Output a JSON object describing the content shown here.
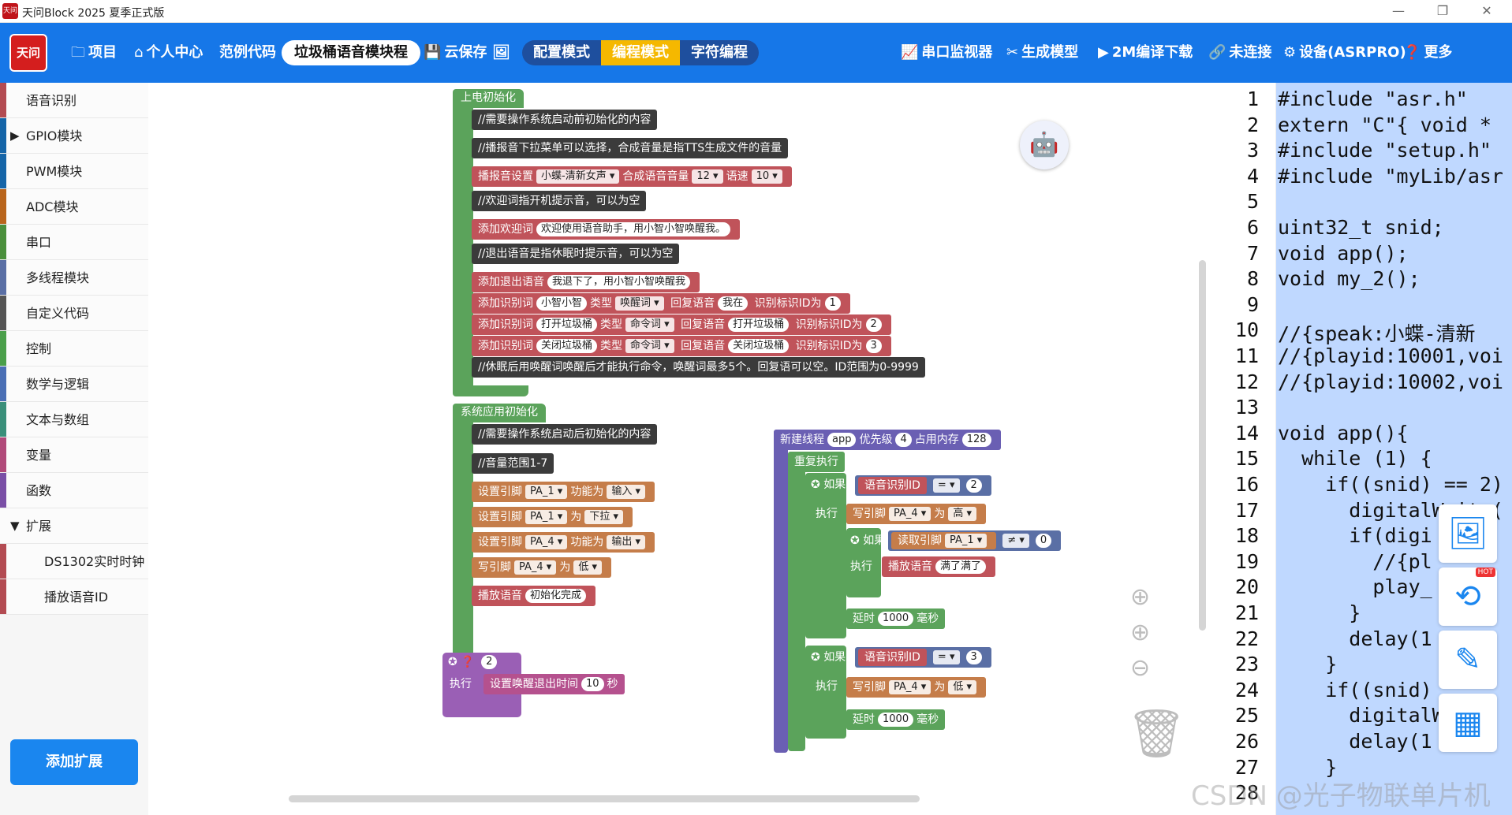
{
  "window": {
    "title": "天问Block 2025 夏季正式版",
    "logo_text": "天问"
  },
  "toolbar": {
    "logo": "天问51",
    "project": "项目",
    "personal": "个人中心",
    "examples": "范例代码",
    "project_name": "垃圾桶语音模块程",
    "cloud_save": "云保存",
    "modes": [
      "配置模式",
      "编程模式",
      "字符编程"
    ],
    "active_mode": "编程模式",
    "serial_monitor": "串口监视器",
    "gen_model": "生成模型",
    "compile": "2M编译下载",
    "connect": "未连接",
    "device": "设备(ASRPRO)",
    "more": "更多"
  },
  "sidebar": {
    "items": [
      {
        "label": "语音识别",
        "color": "#b34b52"
      },
      {
        "label": "GPIO模块",
        "color": "#1565a8",
        "arrow": "▶"
      },
      {
        "label": "PWM模块",
        "color": "#1565a8"
      },
      {
        "label": "ADC模块",
        "color": "#b9651c"
      },
      {
        "label": "串口",
        "color": "#4a8f3c"
      },
      {
        "label": "多线程模块",
        "color": "#5a6fa5"
      },
      {
        "label": "自定义代码",
        "color": "#555555"
      },
      {
        "label": "控制",
        "color": "#4a9f4a"
      },
      {
        "label": "数学与逻辑",
        "color": "#4a6fb5"
      },
      {
        "label": "文本与数组",
        "color": "#3a8f7a"
      },
      {
        "label": "变量",
        "color": "#b14a7a"
      },
      {
        "label": "函数",
        "color": "#7a4fa6"
      },
      {
        "label": "扩展",
        "color": "#333333",
        "arrow": "▼"
      },
      {
        "label": "DS1302实时时钟",
        "color": "#b34b52"
      },
      {
        "label": "播放语音ID",
        "color": "#b34b52"
      }
    ],
    "add_extension": "添加扩展"
  },
  "blocks": {
    "power_init": {
      "hat": "上电初始化",
      "c1": "//需要操作系统启动前初始化的内容",
      "c2": "//播报音下拉菜单可以选择，合成音量是指TTS生成文件的音量",
      "tts_label": "播报音设置",
      "tts_voice": "小蝶-清新女声",
      "tts_vol_label": "合成语音音量",
      "tts_vol": "12",
      "tts_speed_label": "语速",
      "tts_speed": "10",
      "c3": "//欢迎词指开机提示音，可以为空",
      "welcome_label": "添加欢迎词",
      "welcome_text": "欢迎使用语音助手，用小智小智唤醒我。",
      "c4": "//退出语音是指休眠时提示音，可以为空",
      "exit_label": "添加退出语音",
      "exit_text": "我退下了，用小智小智唤醒我",
      "add_word": "添加识别词",
      "type_label": "类型",
      "reply_label": "回复语音",
      "id_label": "识别标识ID为",
      "w1": "小智小智",
      "w1_type": "唤醒词",
      "w1_reply": "我在",
      "w1_id": "1",
      "w2": "打开垃圾桶",
      "w2_type": "命令词",
      "w2_reply": "打开垃圾桶",
      "w2_id": "2",
      "w3": "关闭垃圾桶",
      "w3_type": "命令词",
      "w3_reply": "关闭垃圾桶",
      "w3_id": "3",
      "c5": "//休眠后用唤醒词唤醒后才能执行命令，唤醒词最多5个。回复语可以空。ID范围为0-9999"
    },
    "app_init": {
      "hat": "系统应用初始化",
      "c1": "//需要操作系统启动后初始化的内容",
      "c2": "//音量范围1-7",
      "set_pin": "设置引脚",
      "func_label": "功能为",
      "pin_a": "PA_1",
      "func_in": "输入",
      "pull_label": "为",
      "pull": "下拉",
      "pin_b": "PA_4",
      "func_out": "输出",
      "write_pin": "写引脚",
      "low": "低",
      "play": "播放语音",
      "play_text": "初始化完成"
    },
    "callback": {
      "num": "2",
      "exec": "执行",
      "set_timeout": "设置唤醒退出时间",
      "timeout": "10",
      "unit": "秒"
    },
    "thread": {
      "new_thread": "新建线程",
      "name": "app",
      "prio_label": "优先级",
      "prio": "4",
      "mem_label": "占用内存",
      "mem": "128",
      "repeat": "重复执行",
      "if_label": "如果",
      "exec": "执行",
      "asr_id": "语音识别ID",
      "eq": "=",
      "id2": "2",
      "id3": "3",
      "write_pin": "写引脚",
      "pin": "PA_4",
      "as": "为",
      "high": "高",
      "low": "低",
      "read_pin": "读取引脚",
      "read_pin_name": "PA_1",
      "ne": "≠",
      "zero": "0",
      "play": "播放语音",
      "play_text": "满了满了",
      "delay": "延时",
      "delay_val": "1000",
      "ms": "毫秒"
    }
  },
  "code": {
    "lines": [
      "#include \"asr.h\"",
      "extern \"C\"{ void *",
      "#include \"setup.h\"",
      "#include \"myLib/asr",
      "",
      "uint32_t snid;",
      "void app();",
      "void my_2();",
      "",
      "//{speak:小蝶-清新",
      "//{playid:10001,voi",
      "//{playid:10002,voi",
      "",
      "void app(){",
      "  while (1) {",
      "    if((snid) == 2)",
      "      digitalWrite(",
      "      if(digi",
      "        //{pl",
      "        play_",
      "      }",
      "      delay(1",
      "    }",
      "    if((snid)",
      "      digitalW",
      "      delay(1",
      "    }",
      ""
    ]
  },
  "watermark": "CSDN @光子物联单片机"
}
